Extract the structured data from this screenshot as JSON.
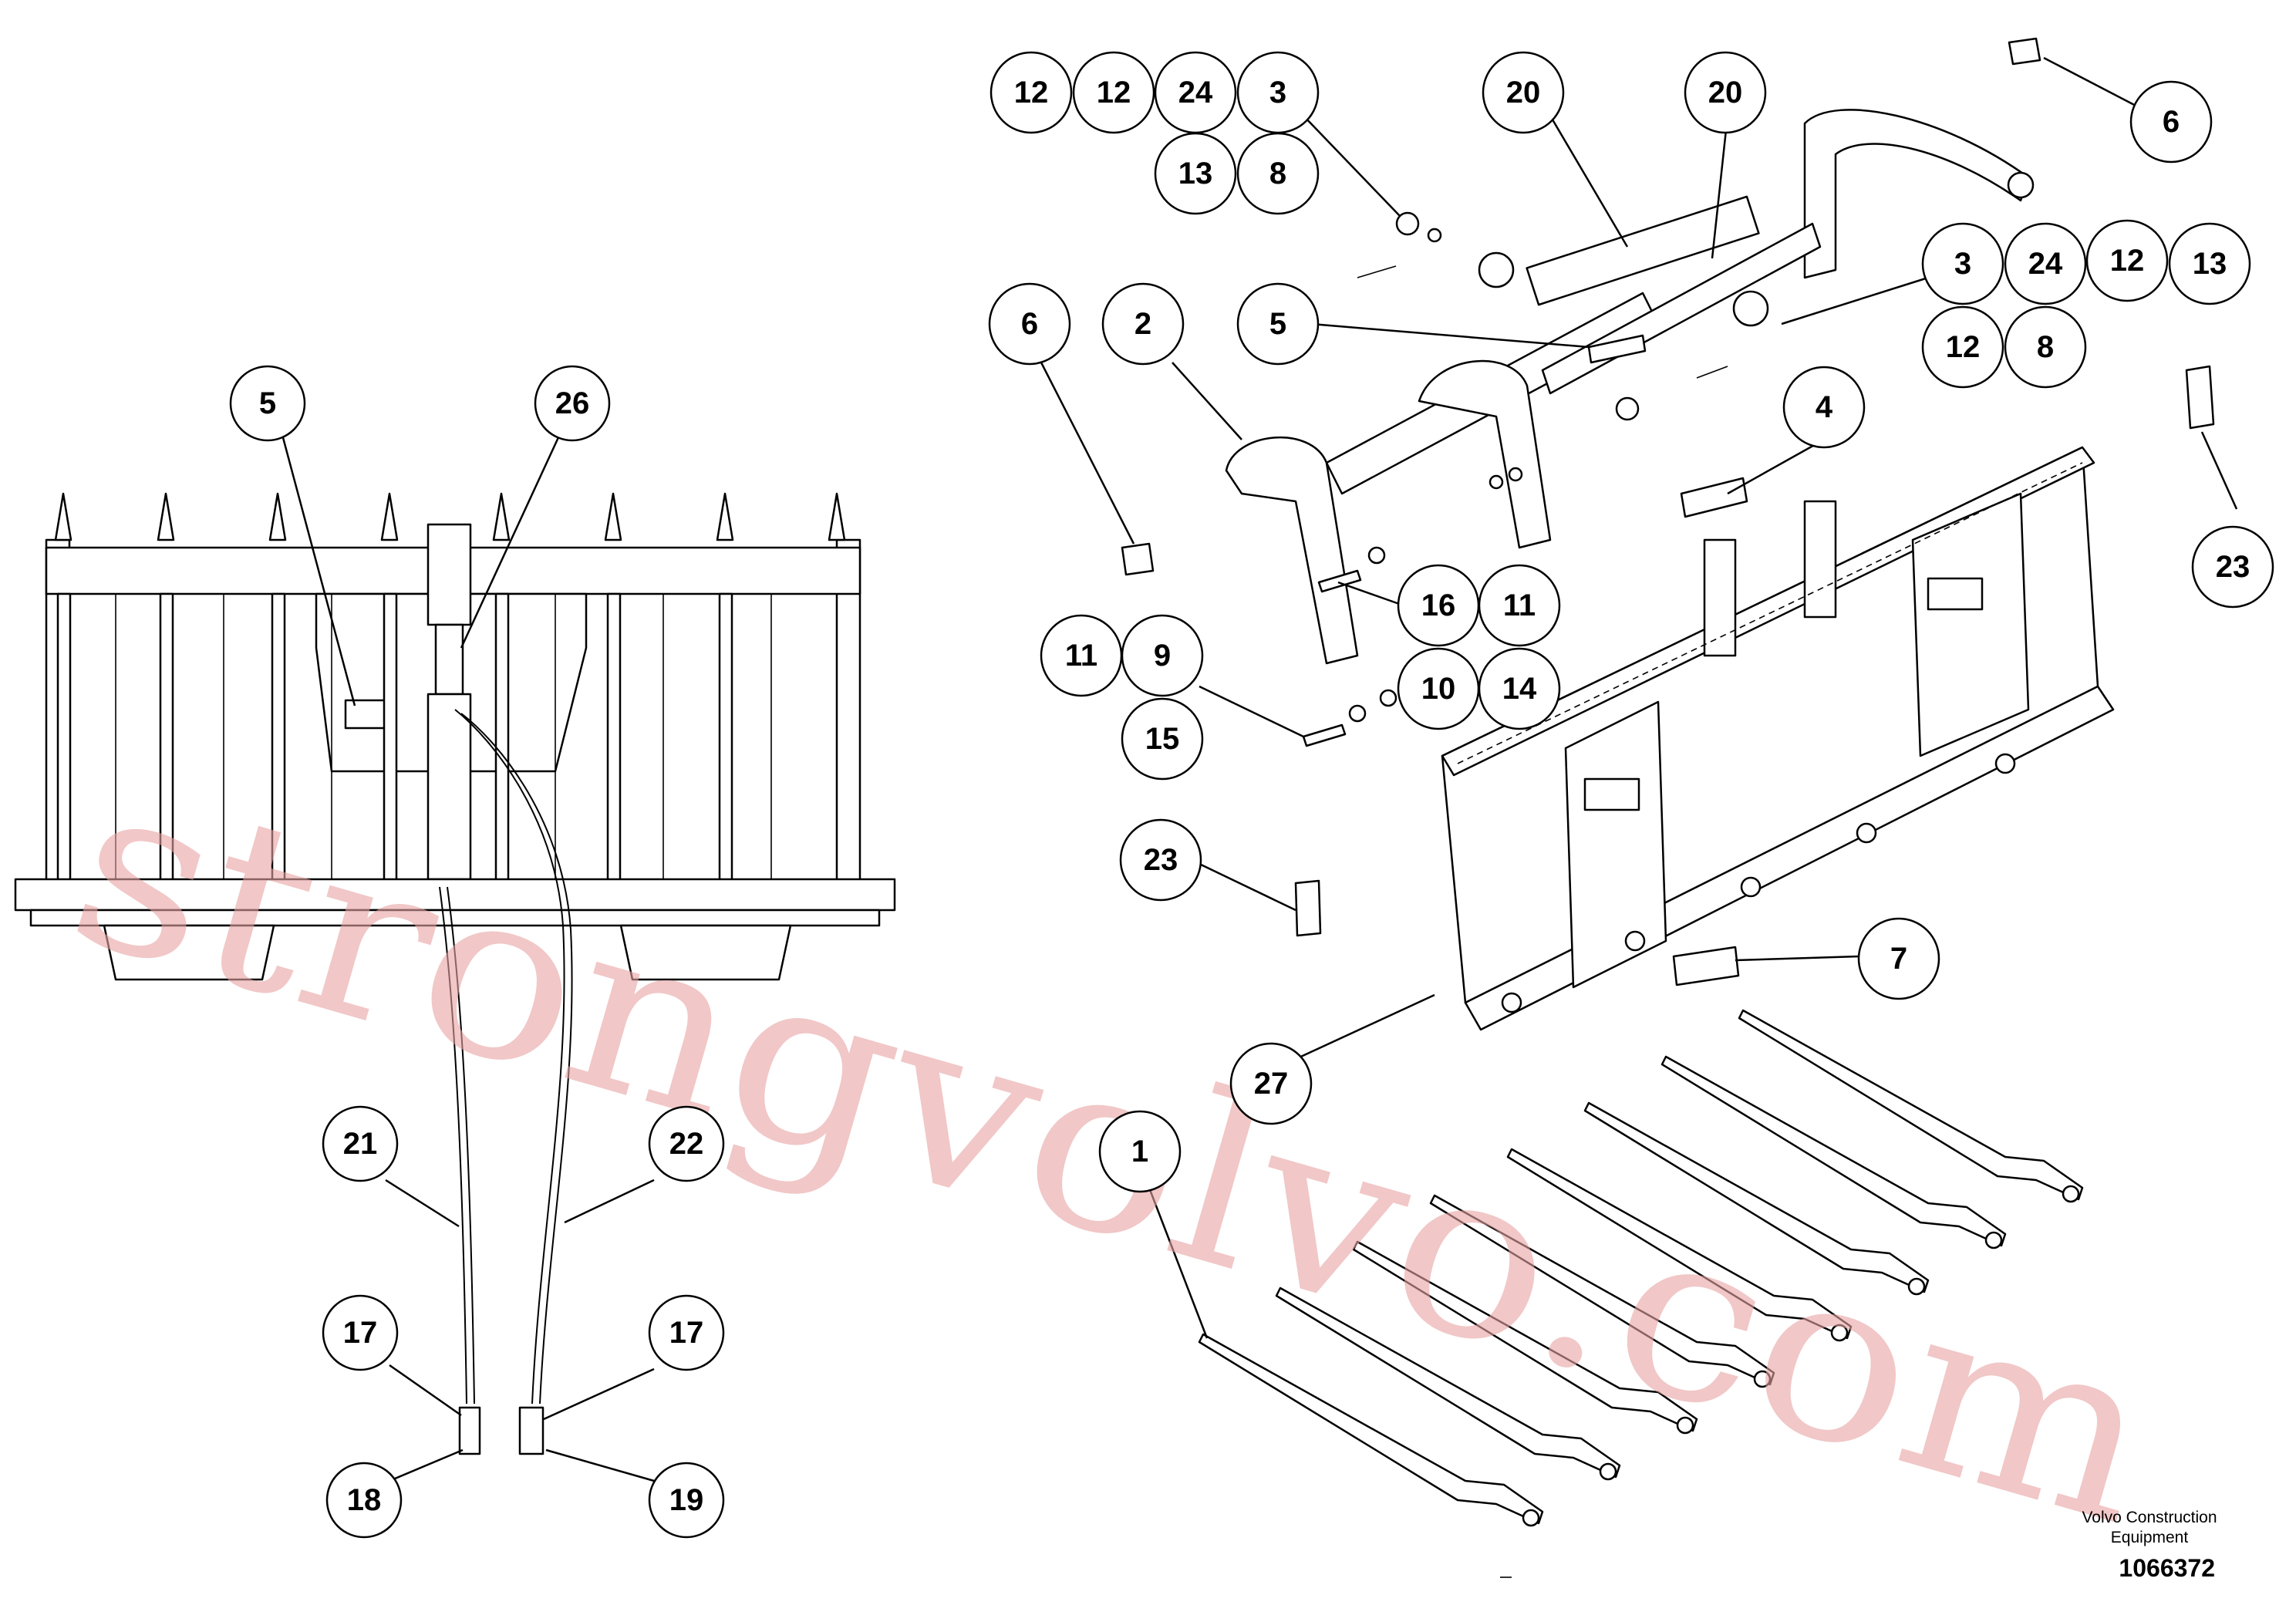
{
  "diagram": {
    "watermark": "strongvolvo.com",
    "footer": {
      "company": "Volvo Construction Equipment",
      "drawing_number": "1066372"
    },
    "callouts": [
      {
        "id": "c-5-left",
        "label": "5"
      },
      {
        "id": "c-26",
        "label": "26"
      },
      {
        "id": "c-21",
        "label": "21"
      },
      {
        "id": "c-22",
        "label": "22"
      },
      {
        "id": "c-17-left",
        "label": "17"
      },
      {
        "id": "c-17-right",
        "label": "17"
      },
      {
        "id": "c-18",
        "label": "18"
      },
      {
        "id": "c-19",
        "label": "19"
      },
      {
        "id": "c-12-a",
        "label": "12"
      },
      {
        "id": "c-12-b",
        "label": "12"
      },
      {
        "id": "c-24-a",
        "label": "24"
      },
      {
        "id": "c-3-a",
        "label": "3"
      },
      {
        "id": "c-13-a",
        "label": "13"
      },
      {
        "id": "c-8-a",
        "label": "8"
      },
      {
        "id": "c-20-a",
        "label": "20"
      },
      {
        "id": "c-20-b",
        "label": "20"
      },
      {
        "id": "c-6-right",
        "label": "6"
      },
      {
        "id": "c-3-b",
        "label": "3"
      },
      {
        "id": "c-24-b",
        "label": "24"
      },
      {
        "id": "c-12-c",
        "label": "12"
      },
      {
        "id": "c-13-b",
        "label": "13"
      },
      {
        "id": "c-12-d",
        "label": "12"
      },
      {
        "id": "c-8-b",
        "label": "8"
      },
      {
        "id": "c-6-left",
        "label": "6"
      },
      {
        "id": "c-2",
        "label": "2"
      },
      {
        "id": "c-5-right",
        "label": "5"
      },
      {
        "id": "c-4",
        "label": "4"
      },
      {
        "id": "c-23-right",
        "label": "23"
      },
      {
        "id": "c-16",
        "label": "16"
      },
      {
        "id": "c-11-a",
        "label": "11"
      },
      {
        "id": "c-11-b",
        "label": "11"
      },
      {
        "id": "c-9",
        "label": "9"
      },
      {
        "id": "c-10",
        "label": "10"
      },
      {
        "id": "c-14",
        "label": "14"
      },
      {
        "id": "c-15",
        "label": "15"
      },
      {
        "id": "c-23-left",
        "label": "23"
      },
      {
        "id": "c-7",
        "label": "7"
      },
      {
        "id": "c-27",
        "label": "27"
      },
      {
        "id": "c-1",
        "label": "1"
      }
    ]
  }
}
